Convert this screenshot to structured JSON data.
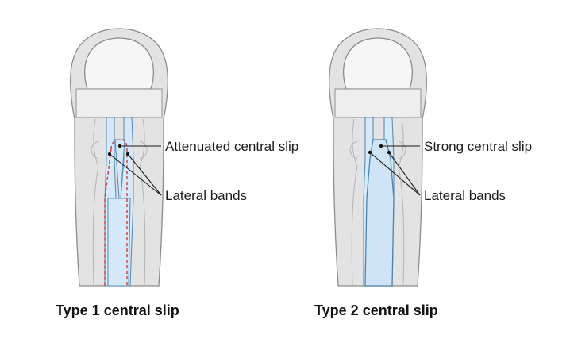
{
  "left_figure": {
    "callout_top": "Attenuated central slip",
    "callout_bottom": "Lateral bands",
    "caption": "Type 1 central slip"
  },
  "right_figure": {
    "callout_top": "Strong central slip",
    "callout_bottom": "Lateral bands",
    "caption": "Type 2 central slip"
  },
  "colors": {
    "tendon": "#d6e9f8",
    "tendon_outline": "#5b8fb4",
    "attenuated_outline": "#d23a3a",
    "bone": "#e3e3e3"
  }
}
